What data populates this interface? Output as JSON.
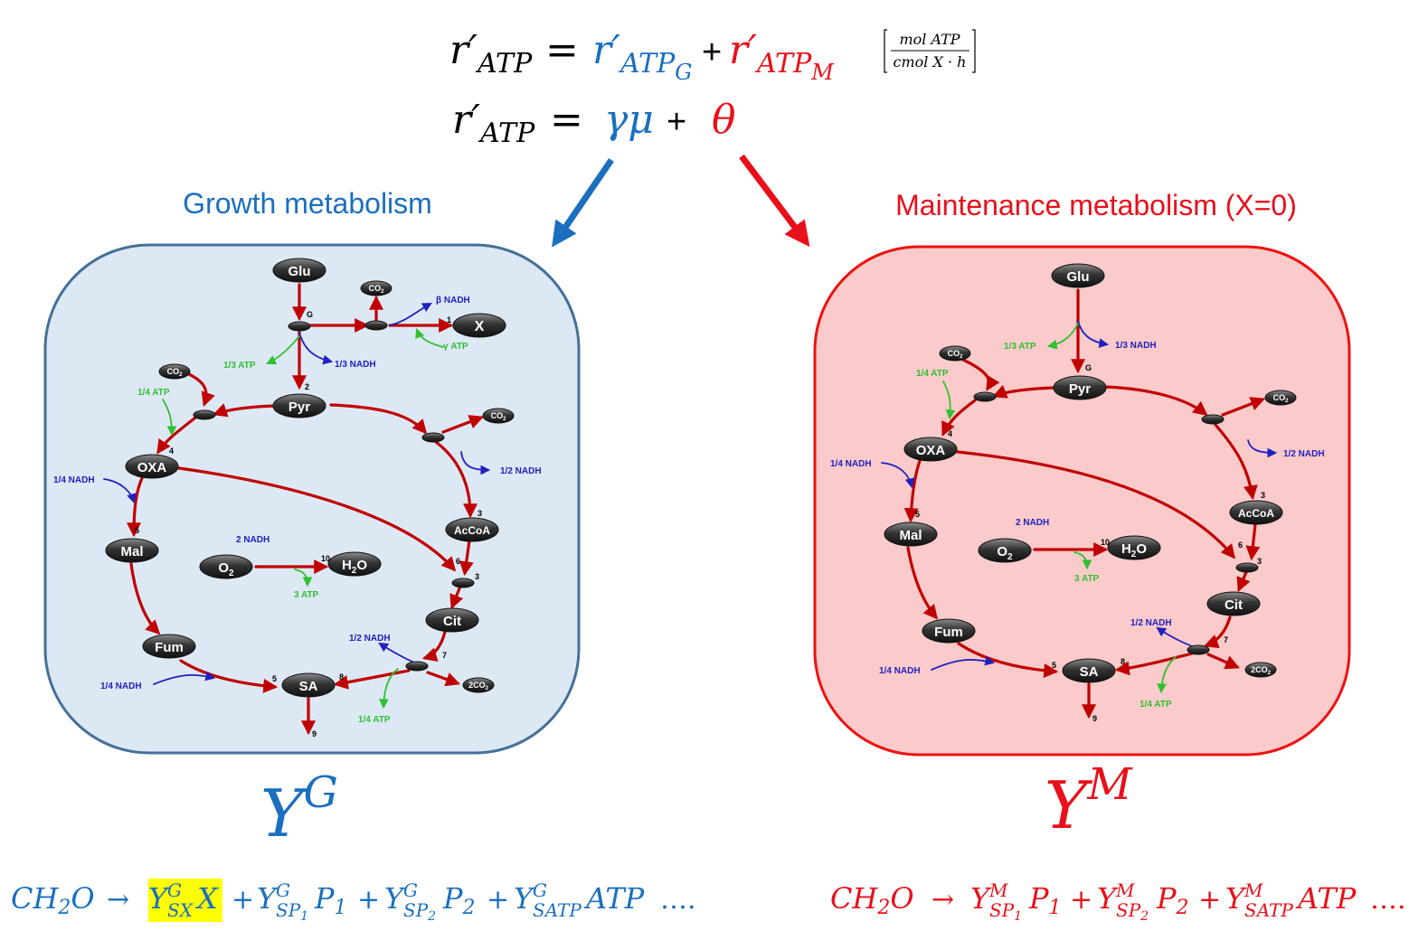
{
  "colors": {
    "blue": "#1a6fbf",
    "red": "#e8101a",
    "pathway": "#c00000",
    "nadh": "#2020c0",
    "atp": "#30c030",
    "growth_fill": "#dde8f5",
    "growth_stroke": "#44709a",
    "maint_fill": "#fbcaca",
    "maint_stroke": "#ee1111"
  },
  "header": {
    "eq1_lhs": "r′",
    "eq1_lhs_sub": "ATP",
    "eq1_eq": "=",
    "eq1_term1": "r′",
    "eq1_term1_sub": "ATP",
    "eq1_term1_subsub": "G",
    "eq1_plus": "+",
    "eq1_term2": "r′",
    "eq1_term2_sub": "ATP",
    "eq1_term2_subsub": "M",
    "units_num": "mol ATP",
    "units_den": "cmol X · h",
    "eq2_lhs": "r′",
    "eq2_lhs_sub": "ATP",
    "eq2_eq": "=",
    "eq2_term1": "γμ",
    "eq2_plus": "+",
    "eq2_term2": "θ"
  },
  "growth": {
    "title": "Growth metabolism",
    "yield_base": "Y",
    "yield_sup": "G",
    "equation": {
      "lhs": "CH",
      "lhs_sub": "2",
      "lhs_o": "O",
      "arrow": "→",
      "t1": "Y",
      "t1_sup": "G",
      "t1_sub": "SX",
      "t1_x": "X",
      "t2": "Y",
      "t2_sup": "G",
      "t2_sub": "SP",
      "t2_subsub": "1",
      "t2_p": "P",
      "t2_psub": "1",
      "t3": "Y",
      "t3_sup": "G",
      "t3_sub": "SP",
      "t3_subsub": "2",
      "t3_p": "P",
      "t3_psub": "2",
      "t4": "Y",
      "t4_sup": "G",
      "t4_sub": "SATP",
      "t4_atp": "ATP",
      "dots": "….",
      "plus": "+"
    }
  },
  "maintenance": {
    "title": "Maintenance metabolism (X=0)",
    "yield_base": "Y",
    "yield_sup": "M",
    "equation": {
      "lhs": "CH",
      "lhs_sub": "2",
      "lhs_o": "O",
      "arrow": "→",
      "t2": "Y",
      "t2_sup": "M",
      "t2_sub": "SP",
      "t2_subsub": "1",
      "t2_p": "P",
      "t2_psub": "1",
      "t3": "Y",
      "t3_sup": "M",
      "t3_sub": "SP",
      "t3_subsub": "2",
      "t3_p": "P",
      "t3_psub": "2",
      "t4": "Y",
      "t4_sup": "M",
      "t4_sub": "SATP",
      "t4_atp": "ATP",
      "dots": "….",
      "plus": "+"
    }
  },
  "nodes": {
    "glu": "Glu",
    "pyr": "Pyr",
    "oxa": "OXA",
    "acoa": "AcCoA",
    "cit": "Cit",
    "mal": "Mal",
    "fum": "Fum",
    "sa": "SA",
    "x": "X",
    "o2": "O",
    "o2_sub": "2",
    "h2o_h": "H",
    "h2o_sub": "2",
    "h2o_o": "O",
    "co2": "CO",
    "co2_sub": "2",
    "co2_2": "2CO",
    "co2_2_sub": "2"
  },
  "labels": {
    "atp_13": "1/3 ATP",
    "nadh_13": "1/3 NADH",
    "atp_14": "1/4 ATP",
    "nadh_14": "1/4 NADH",
    "nadh_12": "1/2 NADH",
    "nadh_2": "2 NADH",
    "atp_3": "3 ATP",
    "beta_nadh": "β NADH",
    "gamma_atp": "γ ATP"
  },
  "numbers": {
    "n1": "1",
    "n2": "2",
    "n3": "3",
    "n4": "4",
    "n5": "5",
    "n6": "6",
    "n7": "7",
    "n8": "8",
    "n9": "9",
    "n10": "10",
    "g": "G"
  }
}
